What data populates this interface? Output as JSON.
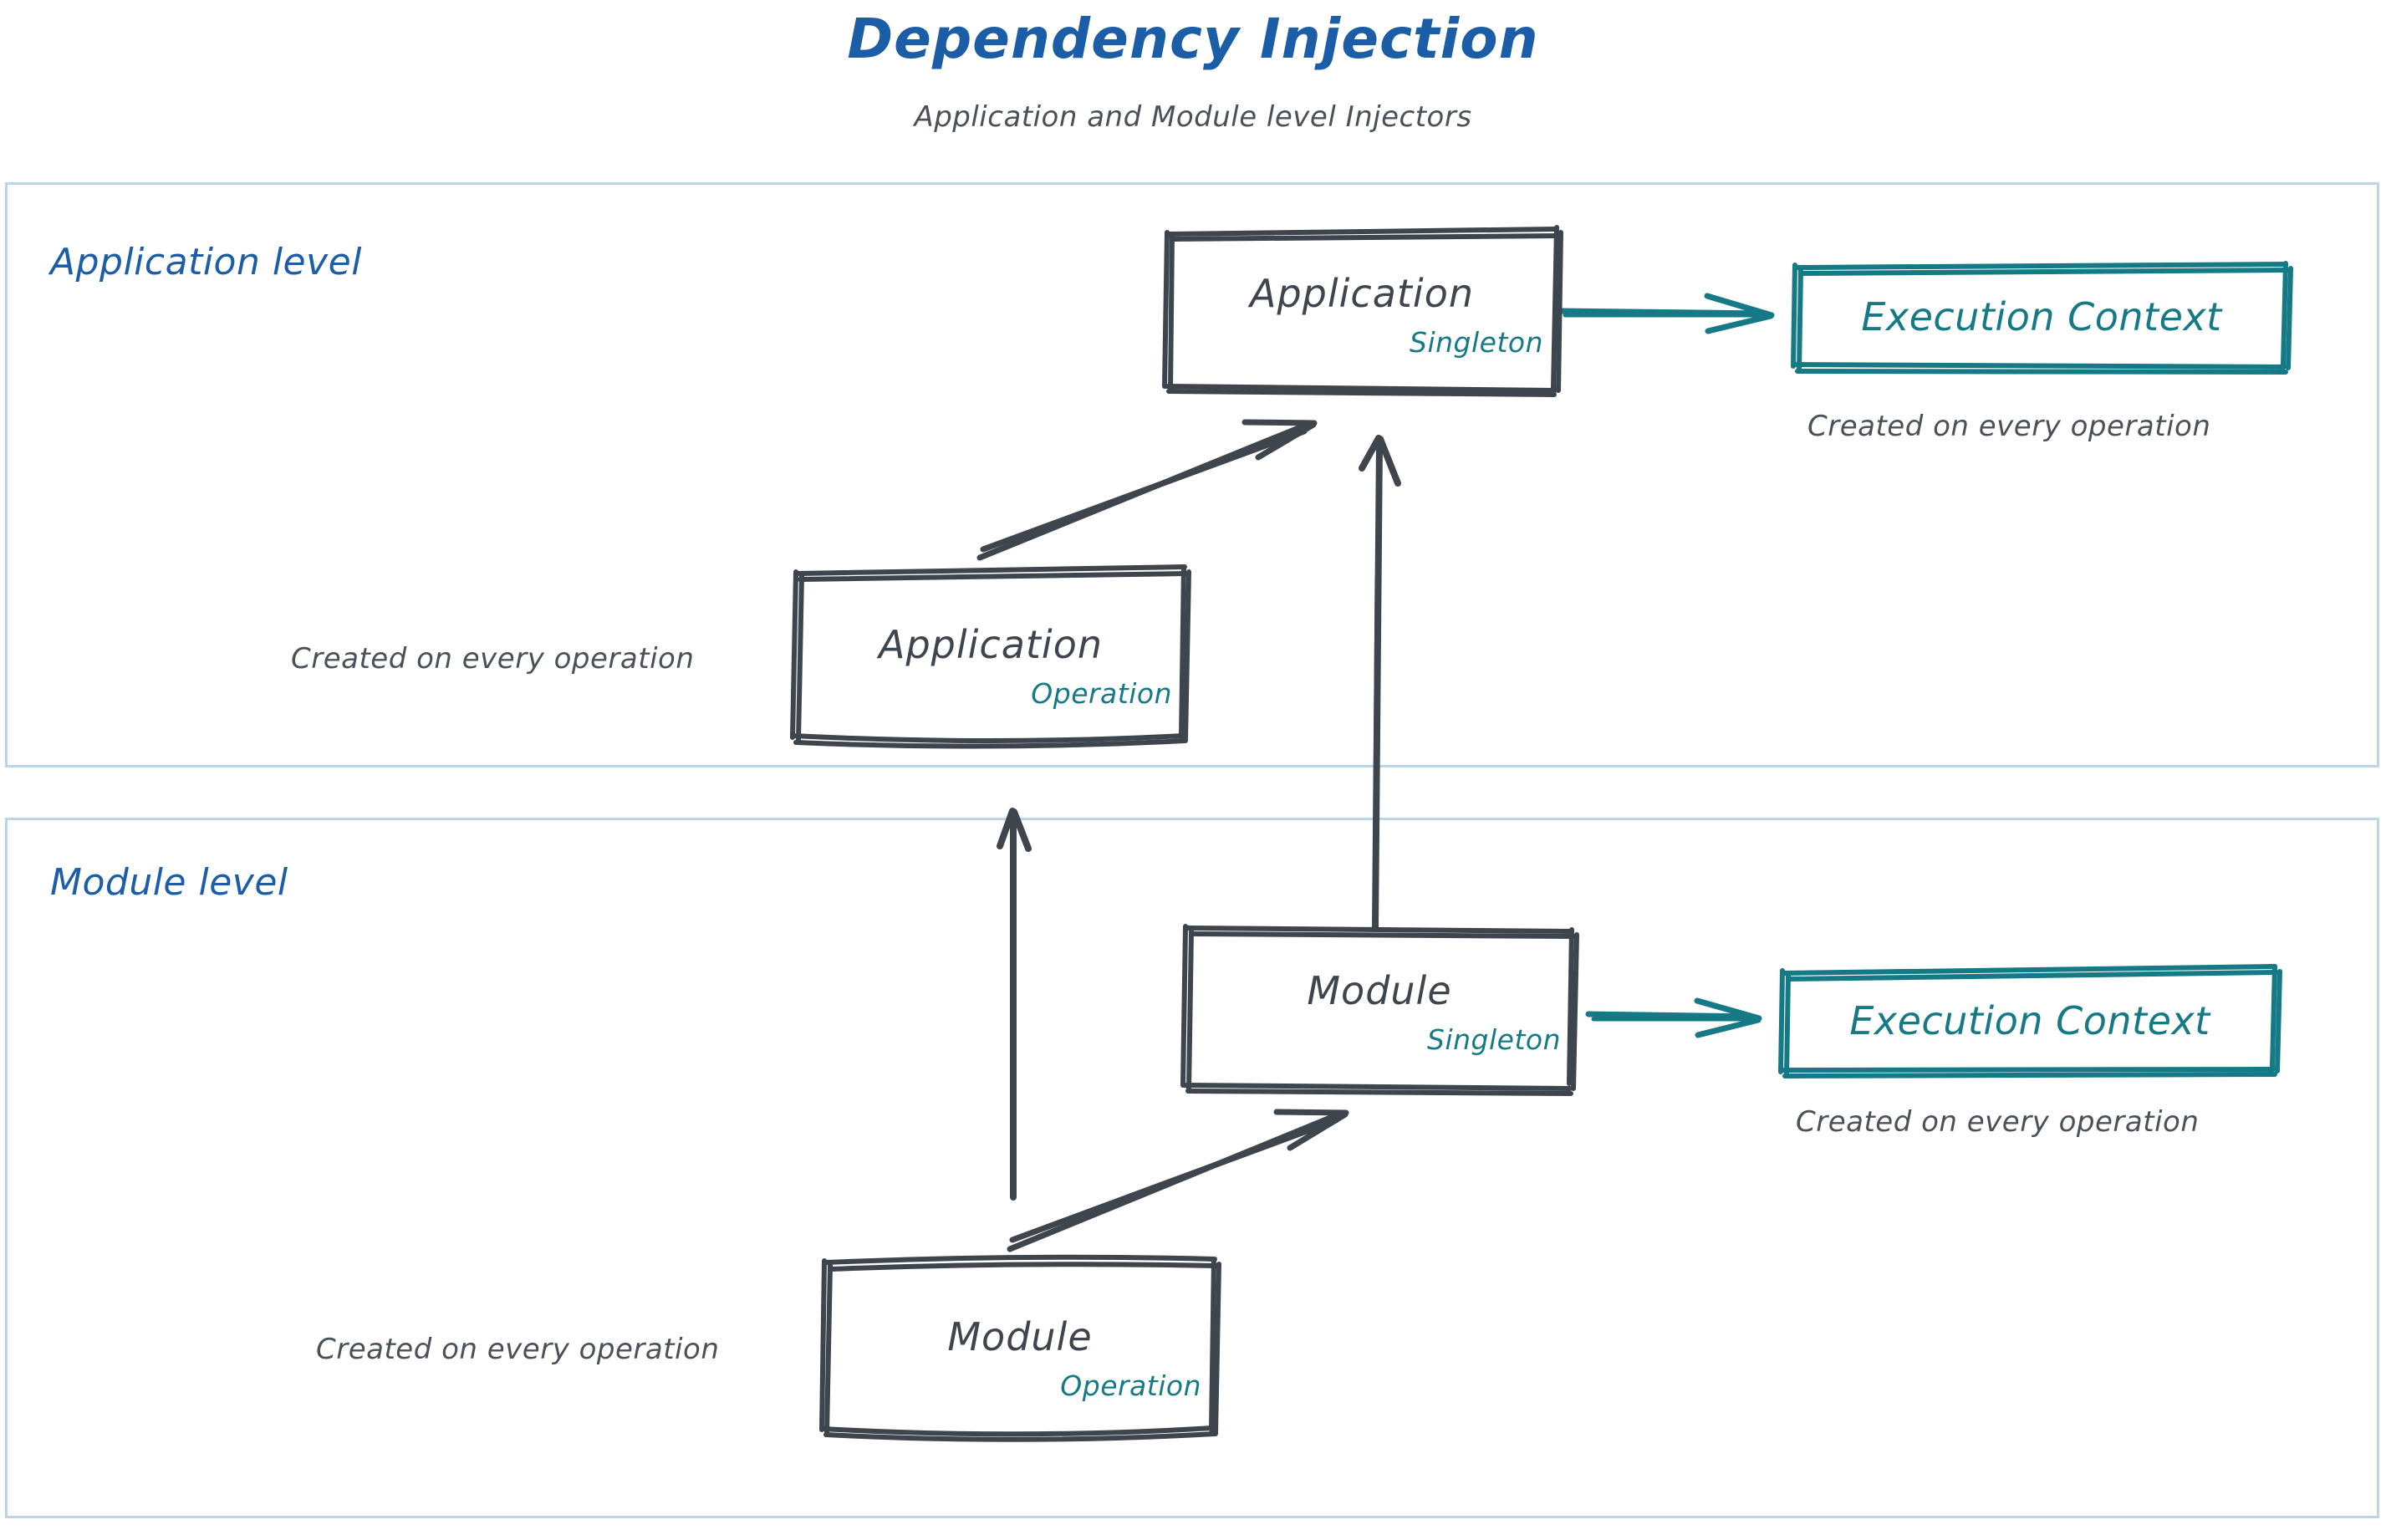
{
  "header": {
    "title": "Dependency Injection",
    "subtitle": "Application and Module level Injectors"
  },
  "colors": {
    "title_blue": "#1b5da6",
    "label_blue": "#1b5da6",
    "ink_gray": "#3e454d",
    "text_gray": "#4a5159",
    "teal": "#157a85",
    "container_border": "#bcd4ea",
    "background": "#ffffff"
  },
  "levels": [
    {
      "id": "application",
      "label": "Application level"
    },
    {
      "id": "module",
      "label": "Module level"
    }
  ],
  "nodes": {
    "app_singleton": {
      "title": "Application",
      "tag": "Singleton"
    },
    "app_operation": {
      "title": "Application",
      "tag": "Operation"
    },
    "mod_singleton": {
      "title": "Module",
      "tag": "Singleton"
    },
    "mod_operation": {
      "title": "Module",
      "tag": "Operation"
    }
  },
  "contexts": {
    "app": {
      "title": "Execution Context",
      "caption": "Created on every operation"
    },
    "mod": {
      "title": "Execution Context",
      "caption": "Created on every operation"
    }
  },
  "captions": {
    "app_operation": "Created on every operation",
    "mod_operation": "Created on every operation"
  },
  "arrows": [
    {
      "name": "app-singleton-to-execution-context",
      "from": "app_singleton",
      "to": "ctx_app",
      "color": "#157a85",
      "direction": "right"
    },
    {
      "name": "app-operation-to-app-singleton",
      "from": "app_operation",
      "to": "app_singleton",
      "color": "#3e454d",
      "direction": "up-right"
    },
    {
      "name": "mod-singleton-to-app-singleton",
      "from": "mod_singleton",
      "to": "app_singleton",
      "color": "#3e454d",
      "direction": "up"
    },
    {
      "name": "mod-operation-to-app-operation",
      "from": "mod_operation",
      "to": "app_operation",
      "color": "#3e454d",
      "direction": "up"
    },
    {
      "name": "mod-operation-to-mod-singleton",
      "from": "mod_operation",
      "to": "mod_singleton",
      "color": "#3e454d",
      "direction": "up-right"
    },
    {
      "name": "mod-singleton-to-execution-context",
      "from": "mod_singleton",
      "to": "ctx_mod",
      "color": "#157a85",
      "direction": "right"
    }
  ]
}
